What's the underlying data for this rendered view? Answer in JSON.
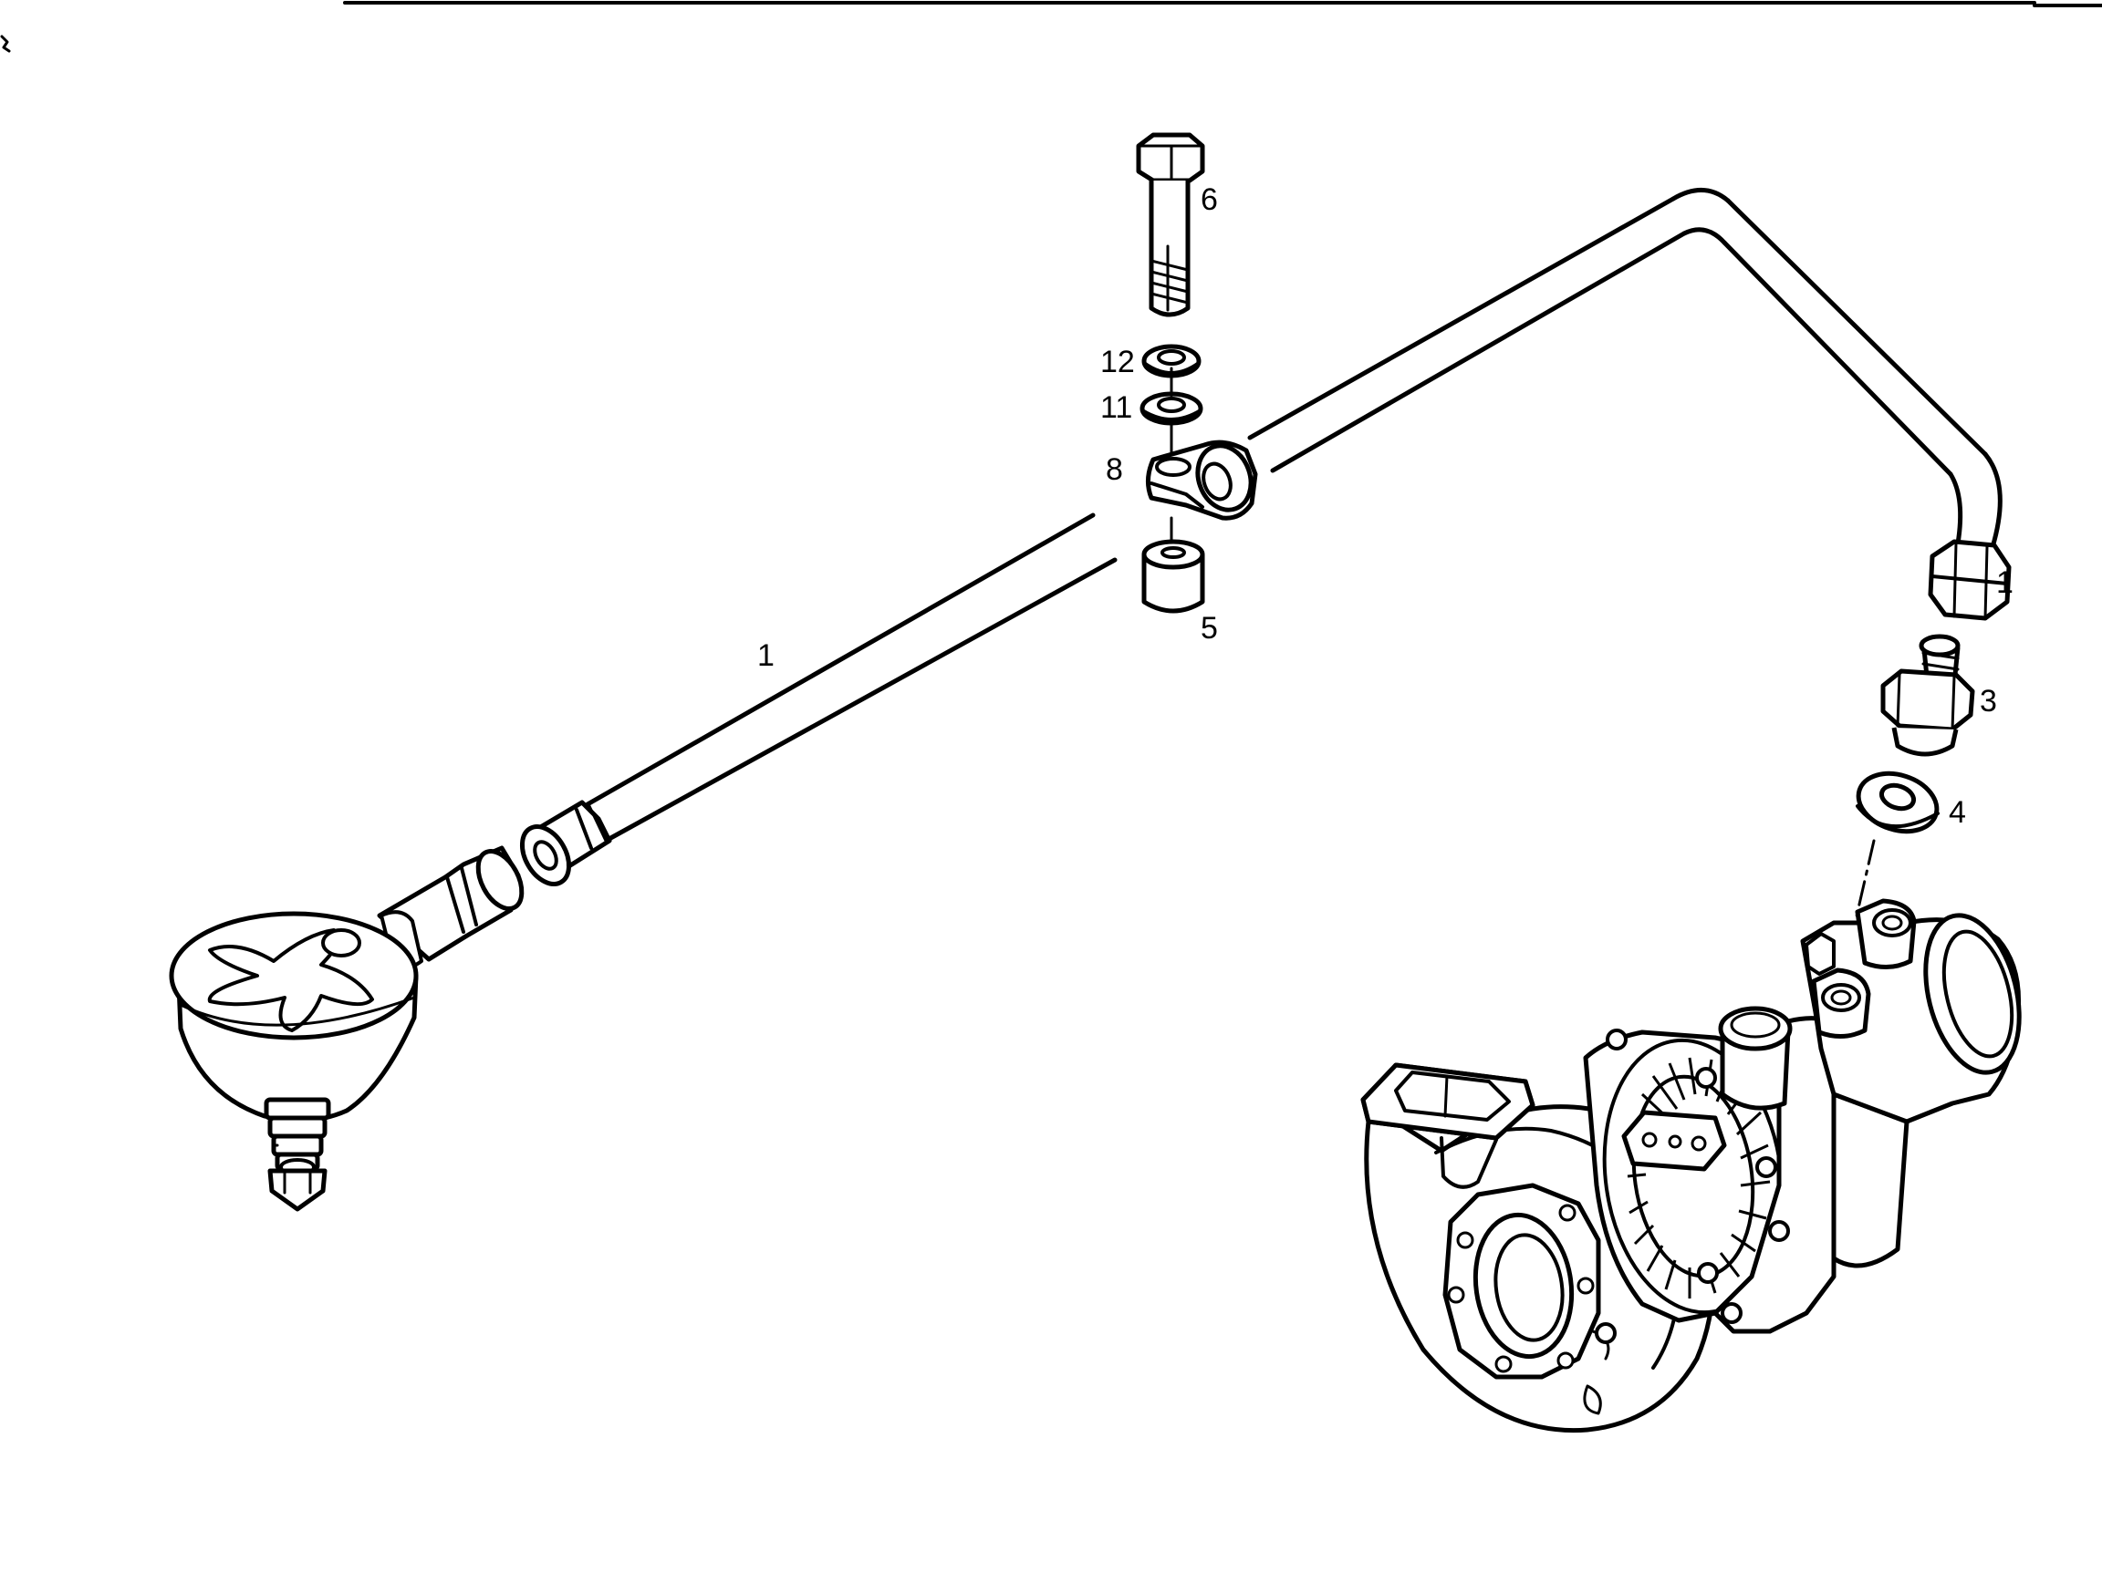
{
  "diagram": {
    "colors": {
      "line": "#000000",
      "background": "#ffffff"
    },
    "callouts": [
      {
        "id": "pipe-left",
        "text": "1"
      },
      {
        "id": "pipe-right",
        "text": "1"
      },
      {
        "id": "adapter",
        "text": "3"
      },
      {
        "id": "seal-ring",
        "text": "4"
      },
      {
        "id": "spacer",
        "text": "5"
      },
      {
        "id": "bolt",
        "text": "6"
      },
      {
        "id": "clamp",
        "text": "8"
      },
      {
        "id": "washer",
        "text": "11"
      },
      {
        "id": "lock-washer",
        "text": "12"
      }
    ]
  }
}
